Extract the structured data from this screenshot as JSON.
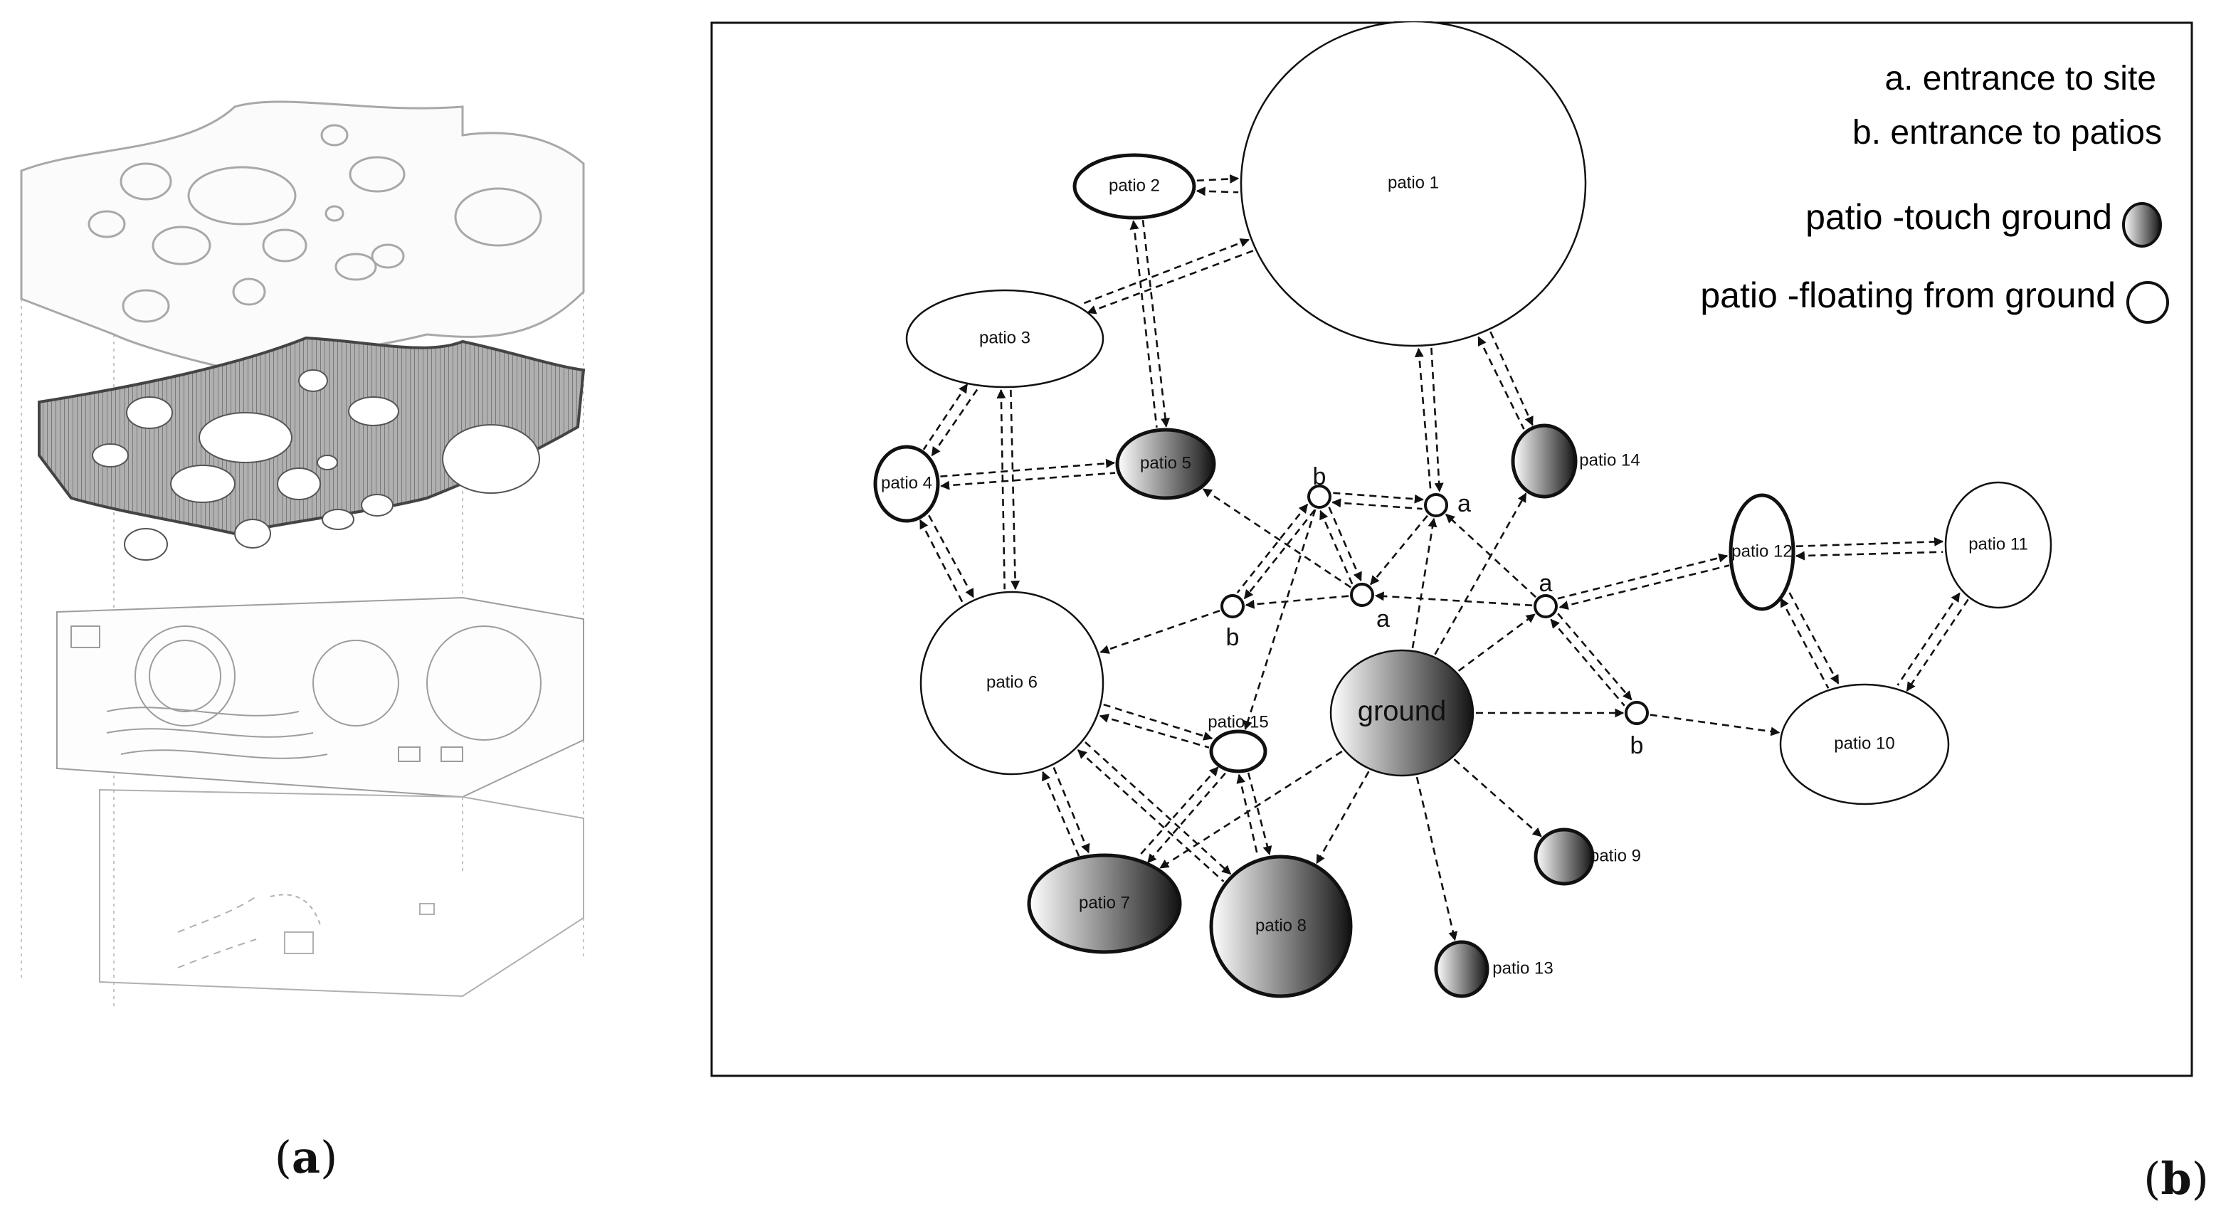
{
  "panel_a": {
    "caption_open": "(",
    "caption_letter": "a",
    "caption_close": ")"
  },
  "panel_b": {
    "caption_open": "(",
    "caption_letter": "b",
    "caption_close": ")",
    "legend": {
      "entrance_site": "a. entrance to site",
      "entrance_patios": "b. entrance to patios",
      "touch_ground": "patio -touch ground",
      "floating": "patio -floating from ground"
    },
    "nodes": [
      {
        "id": "patio1",
        "label": "patio 1",
        "kind": "floating"
      },
      {
        "id": "patio2",
        "label": "patio 2",
        "kind": "floating"
      },
      {
        "id": "patio3",
        "label": "patio 3",
        "kind": "floating"
      },
      {
        "id": "patio4",
        "label": "patio 4",
        "kind": "floating"
      },
      {
        "id": "patio5",
        "label": "patio 5",
        "kind": "touch"
      },
      {
        "id": "patio6",
        "label": "patio 6",
        "kind": "floating"
      },
      {
        "id": "patio7",
        "label": "patio 7",
        "kind": "touch"
      },
      {
        "id": "patio8",
        "label": "patio 8",
        "kind": "touch"
      },
      {
        "id": "patio9",
        "label": "patio 9",
        "kind": "touch"
      },
      {
        "id": "patio10",
        "label": "patio 10",
        "kind": "floating"
      },
      {
        "id": "patio11",
        "label": "patio 11",
        "kind": "floating"
      },
      {
        "id": "patio12",
        "label": "patio 12",
        "kind": "floating"
      },
      {
        "id": "patio13",
        "label": "patio 13",
        "kind": "touch"
      },
      {
        "id": "patio14",
        "label": "patio 14",
        "kind": "touch"
      },
      {
        "id": "patio15",
        "label": "patio 15",
        "kind": "floating"
      },
      {
        "id": "ground",
        "label": "ground",
        "kind": "touch"
      },
      {
        "id": "b1",
        "label": "b",
        "kind": "entrance"
      },
      {
        "id": "a1",
        "label": "a",
        "kind": "entrance"
      },
      {
        "id": "b2",
        "label": "b",
        "kind": "entrance"
      },
      {
        "id": "a2",
        "label": "a",
        "kind": "entrance"
      },
      {
        "id": "a3",
        "label": "a",
        "kind": "entrance"
      },
      {
        "id": "b3",
        "label": "b",
        "kind": "entrance"
      }
    ],
    "edges": [
      {
        "from": "patio2",
        "to": "patio1",
        "dir": "both"
      },
      {
        "from": "patio1",
        "to": "patio3",
        "dir": "both"
      },
      {
        "from": "patio2",
        "to": "patio5",
        "dir": "both"
      },
      {
        "from": "patio3",
        "to": "patio4",
        "dir": "both"
      },
      {
        "from": "patio3",
        "to": "patio6",
        "dir": "both"
      },
      {
        "from": "patio4",
        "to": "patio5",
        "dir": "both"
      },
      {
        "from": "patio4",
        "to": "patio6",
        "dir": "both"
      },
      {
        "from": "patio1",
        "to": "a1",
        "dir": "both"
      },
      {
        "from": "patio1",
        "to": "patio14",
        "dir": "both"
      },
      {
        "from": "b1",
        "to": "a1",
        "dir": "both"
      },
      {
        "from": "b1",
        "to": "a2",
        "dir": "both"
      },
      {
        "from": "b1",
        "to": "b2",
        "dir": "both"
      },
      {
        "from": "a1",
        "to": "a2",
        "dir": "one"
      },
      {
        "from": "a3",
        "to": "a2",
        "dir": "one"
      },
      {
        "from": "a3",
        "to": "a1",
        "dir": "one"
      },
      {
        "from": "a2",
        "to": "b2",
        "dir": "one"
      },
      {
        "from": "a2",
        "to": "patio5",
        "dir": "one"
      },
      {
        "from": "b2",
        "to": "patio6",
        "dir": "one"
      },
      {
        "from": "ground",
        "to": "a1",
        "dir": "one"
      },
      {
        "from": "ground",
        "to": "patio14",
        "dir": "one"
      },
      {
        "from": "ground",
        "to": "a3",
        "dir": "one"
      },
      {
        "from": "ground",
        "to": "b3",
        "dir": "one"
      },
      {
        "from": "ground",
        "to": "patio7",
        "dir": "one"
      },
      {
        "from": "ground",
        "to": "patio8",
        "dir": "one"
      },
      {
        "from": "ground",
        "to": "patio9",
        "dir": "one"
      },
      {
        "from": "ground",
        "to": "patio13",
        "dir": "one"
      },
      {
        "from": "a3",
        "to": "patio12",
        "dir": "both"
      },
      {
        "from": "a3",
        "to": "b3",
        "dir": "both"
      },
      {
        "from": "b3",
        "to": "patio10",
        "dir": "one"
      },
      {
        "from": "patio12",
        "to": "patio11",
        "dir": "both"
      },
      {
        "from": "patio12",
        "to": "patio10",
        "dir": "both"
      },
      {
        "from": "patio11",
        "to": "patio10",
        "dir": "both"
      },
      {
        "from": "patio6",
        "to": "patio15",
        "dir": "both"
      },
      {
        "from": "patio6",
        "to": "patio7",
        "dir": "both"
      },
      {
        "from": "patio6",
        "to": "patio8",
        "dir": "both"
      },
      {
        "from": "patio15",
        "to": "patio8",
        "dir": "both"
      },
      {
        "from": "patio15",
        "to": "patio7",
        "dir": "both"
      },
      {
        "from": "b1",
        "to": "patio15",
        "dir": "one"
      }
    ]
  },
  "colors": {
    "stroke": "#111111",
    "touch_dark": "#222222",
    "touch_light": "#ffffff",
    "panel_a_line": "#b5b5b5",
    "panel_a_slab": "#9a9a9a"
  }
}
